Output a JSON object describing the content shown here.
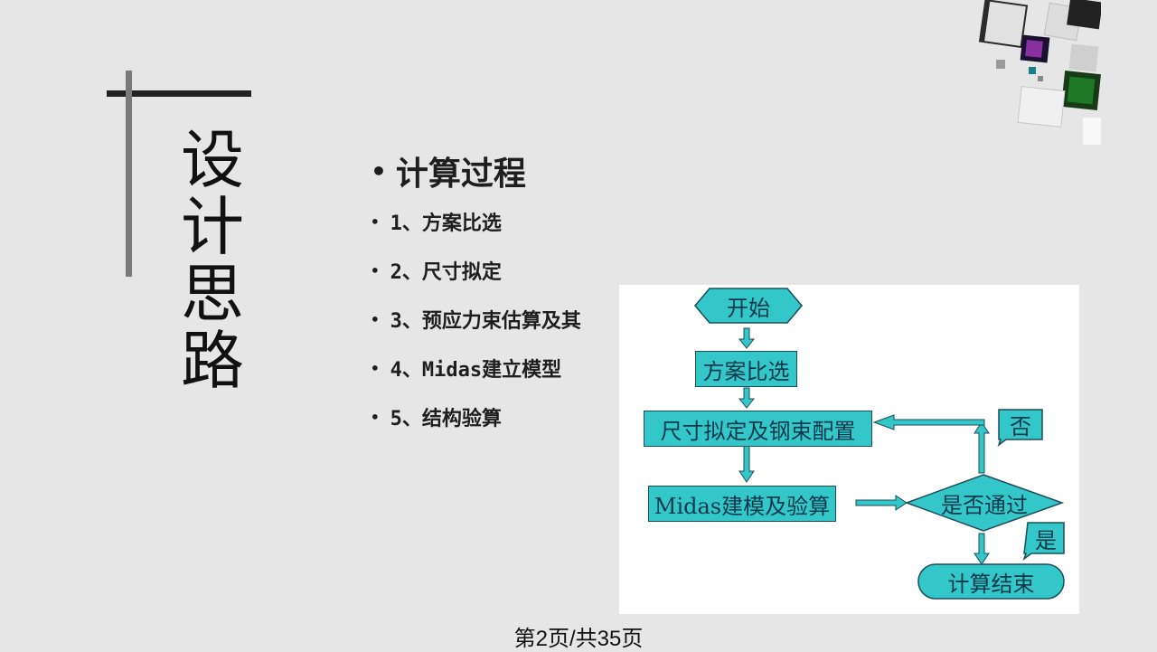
{
  "slide": {
    "vertical_title": [
      "设",
      "计",
      "思",
      "路"
    ],
    "heading": "计算过程",
    "items": [
      "1、方案比选",
      "2、尺寸拟定",
      "3、预应力束估算及其",
      "4、Midas建立模型",
      "5、结构验算"
    ],
    "footer": "第2页/共35页"
  },
  "flowchart": {
    "start": "开始",
    "step1": "方案比选",
    "step2": "尺寸拟定及钢束配置",
    "step3": "Midas建模及验算",
    "decision": "是否通过",
    "no_label": "否",
    "yes_label": "是",
    "end": "计算结束",
    "fill_color": "#33c7c9"
  }
}
